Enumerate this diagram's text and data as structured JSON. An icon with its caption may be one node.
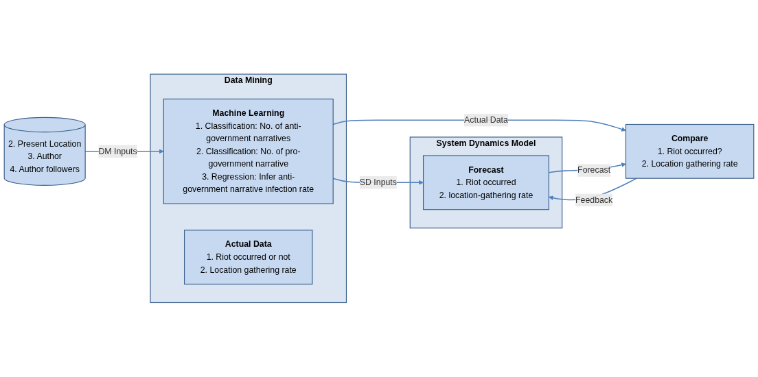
{
  "diagram": {
    "nodes": [
      {
        "text": [
          "2. Present Location",
          "3. Author",
          "4. Author followers"
        ]
      },
      {
        "text": [
          "Data Mining"
        ]
      },
      {
        "text": [
          "Machine Learning",
          "1. Classification: No. of anti-government narratives",
          "2. Classification: No. of pro-government narrative",
          "3. Regression: Infer anti-government narrative infection rate"
        ],
        "in": 1
      },
      {
        "text": [
          "Actual Data",
          "1. Riot occurred or not",
          "2. Location gathering rate"
        ],
        "in": 1
      },
      {
        "text": [
          "System Dynamics Model"
        ]
      },
      {
        "text": [
          "Forecast",
          "1. Riot occurred",
          "2. location-gathering rate"
        ],
        "in": 4
      },
      {
        "text": [
          "Compare",
          "1. Riot occurred?",
          "2. Location gathering rate"
        ]
      }
    ],
    "edges": [
      {
        "from": 0,
        "to": 2,
        "arrow": "to",
        "label": "DM Inputs"
      },
      {
        "from": 2,
        "to": 5,
        "arrow": "to",
        "label": "SD Inputs"
      },
      {
        "from": 2,
        "to": 6,
        "arrow": "to",
        "label": "Actual Data"
      },
      {
        "from": 6,
        "to": 5,
        "arrow": "to",
        "label": "Feedback"
      },
      {
        "from": 5,
        "to": 6,
        "arrow": "to",
        "label": "Forecast"
      }
    ]
  }
}
